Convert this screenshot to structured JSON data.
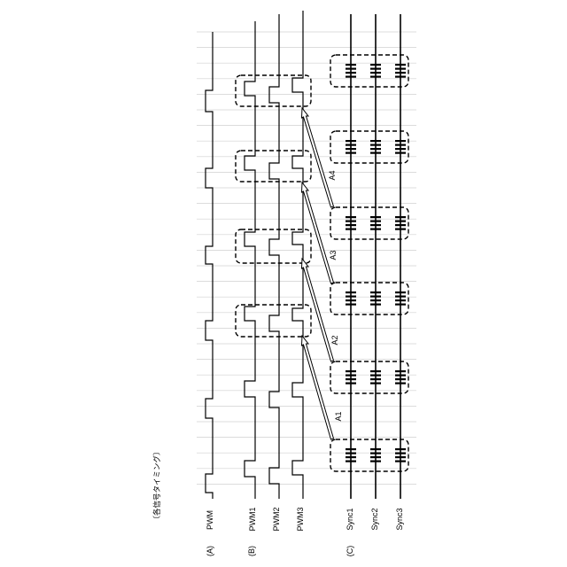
{
  "title": "〔各信号タイミング〕",
  "sections": [
    {
      "key": "A",
      "label": "(A)"
    },
    {
      "key": "B",
      "label": "(B)"
    },
    {
      "key": "C",
      "label": "(C)"
    }
  ],
  "signals": [
    {
      "id": "pwm",
      "label": "PWM",
      "section": "A"
    },
    {
      "id": "pwm1",
      "label": "PWM1",
      "section": "B"
    },
    {
      "id": "pwm2",
      "label": "PWM2",
      "section": "B"
    },
    {
      "id": "pwm3",
      "label": "PWM3",
      "section": "B"
    },
    {
      "id": "sync1",
      "label": "Sync1",
      "section": "C"
    },
    {
      "id": "sync2",
      "label": "Sync2",
      "section": "C"
    },
    {
      "id": "sync3",
      "label": "Sync3",
      "section": "C"
    }
  ],
  "arrows": [
    {
      "label": "A1"
    },
    {
      "label": "A2"
    },
    {
      "label": "A3"
    },
    {
      "label": "A4"
    }
  ],
  "colors": {
    "line": "#000000",
    "grid": "#d0d0d0",
    "background": "#ffffff"
  }
}
